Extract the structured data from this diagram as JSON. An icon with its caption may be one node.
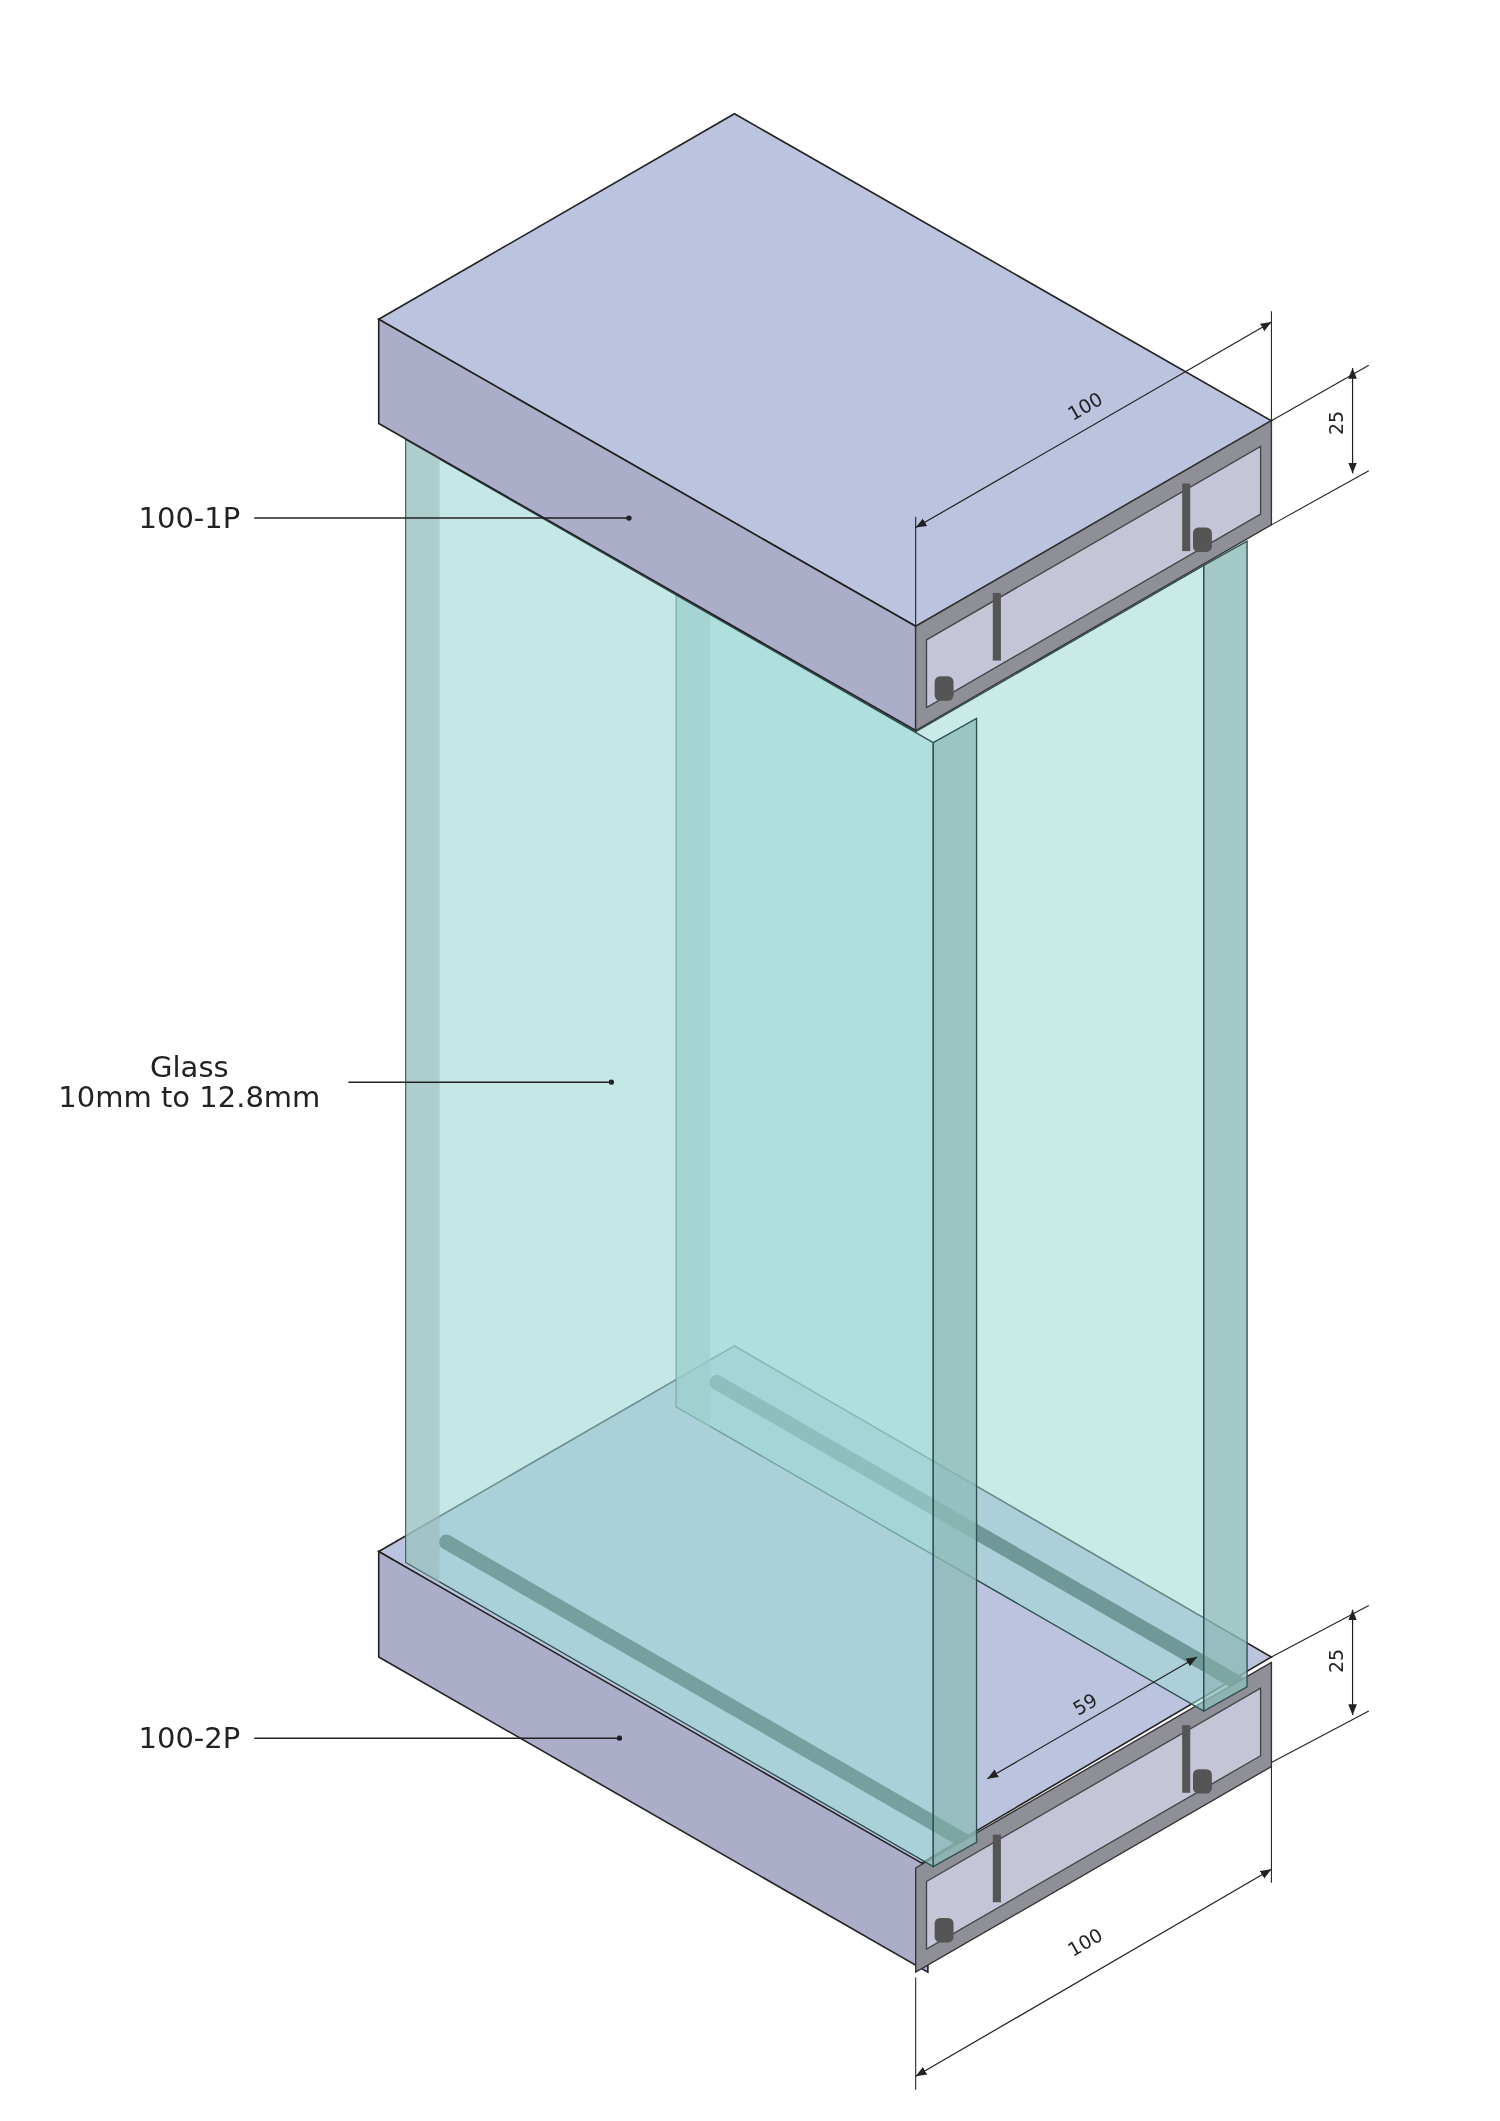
{
  "diagram": {
    "nodes": [
      {
        "text": [
          "100-1P"
        ]
      },
      {
        "text": [],
        "shape": "picture"
      },
      {
        "text": [
          "Glass",
          "10mm to 12.8mm"
        ]
      },
      {
        "text": [],
        "shape": "picture"
      },
      {
        "text": [
          "100-2P"
        ]
      },
      {
        "text": [],
        "shape": "picture"
      }
    ],
    "edges": [
      {
        "from": 0,
        "to": 1,
        "arrow": "other"
      },
      {
        "from": 2,
        "to": 3,
        "arrow": "other"
      },
      {
        "from": 4,
        "to": 5,
        "arrow": "other"
      }
    ],
    "labels": [
      "100",
      "25",
      "25",
      "59",
      "100"
    ]
  }
}
